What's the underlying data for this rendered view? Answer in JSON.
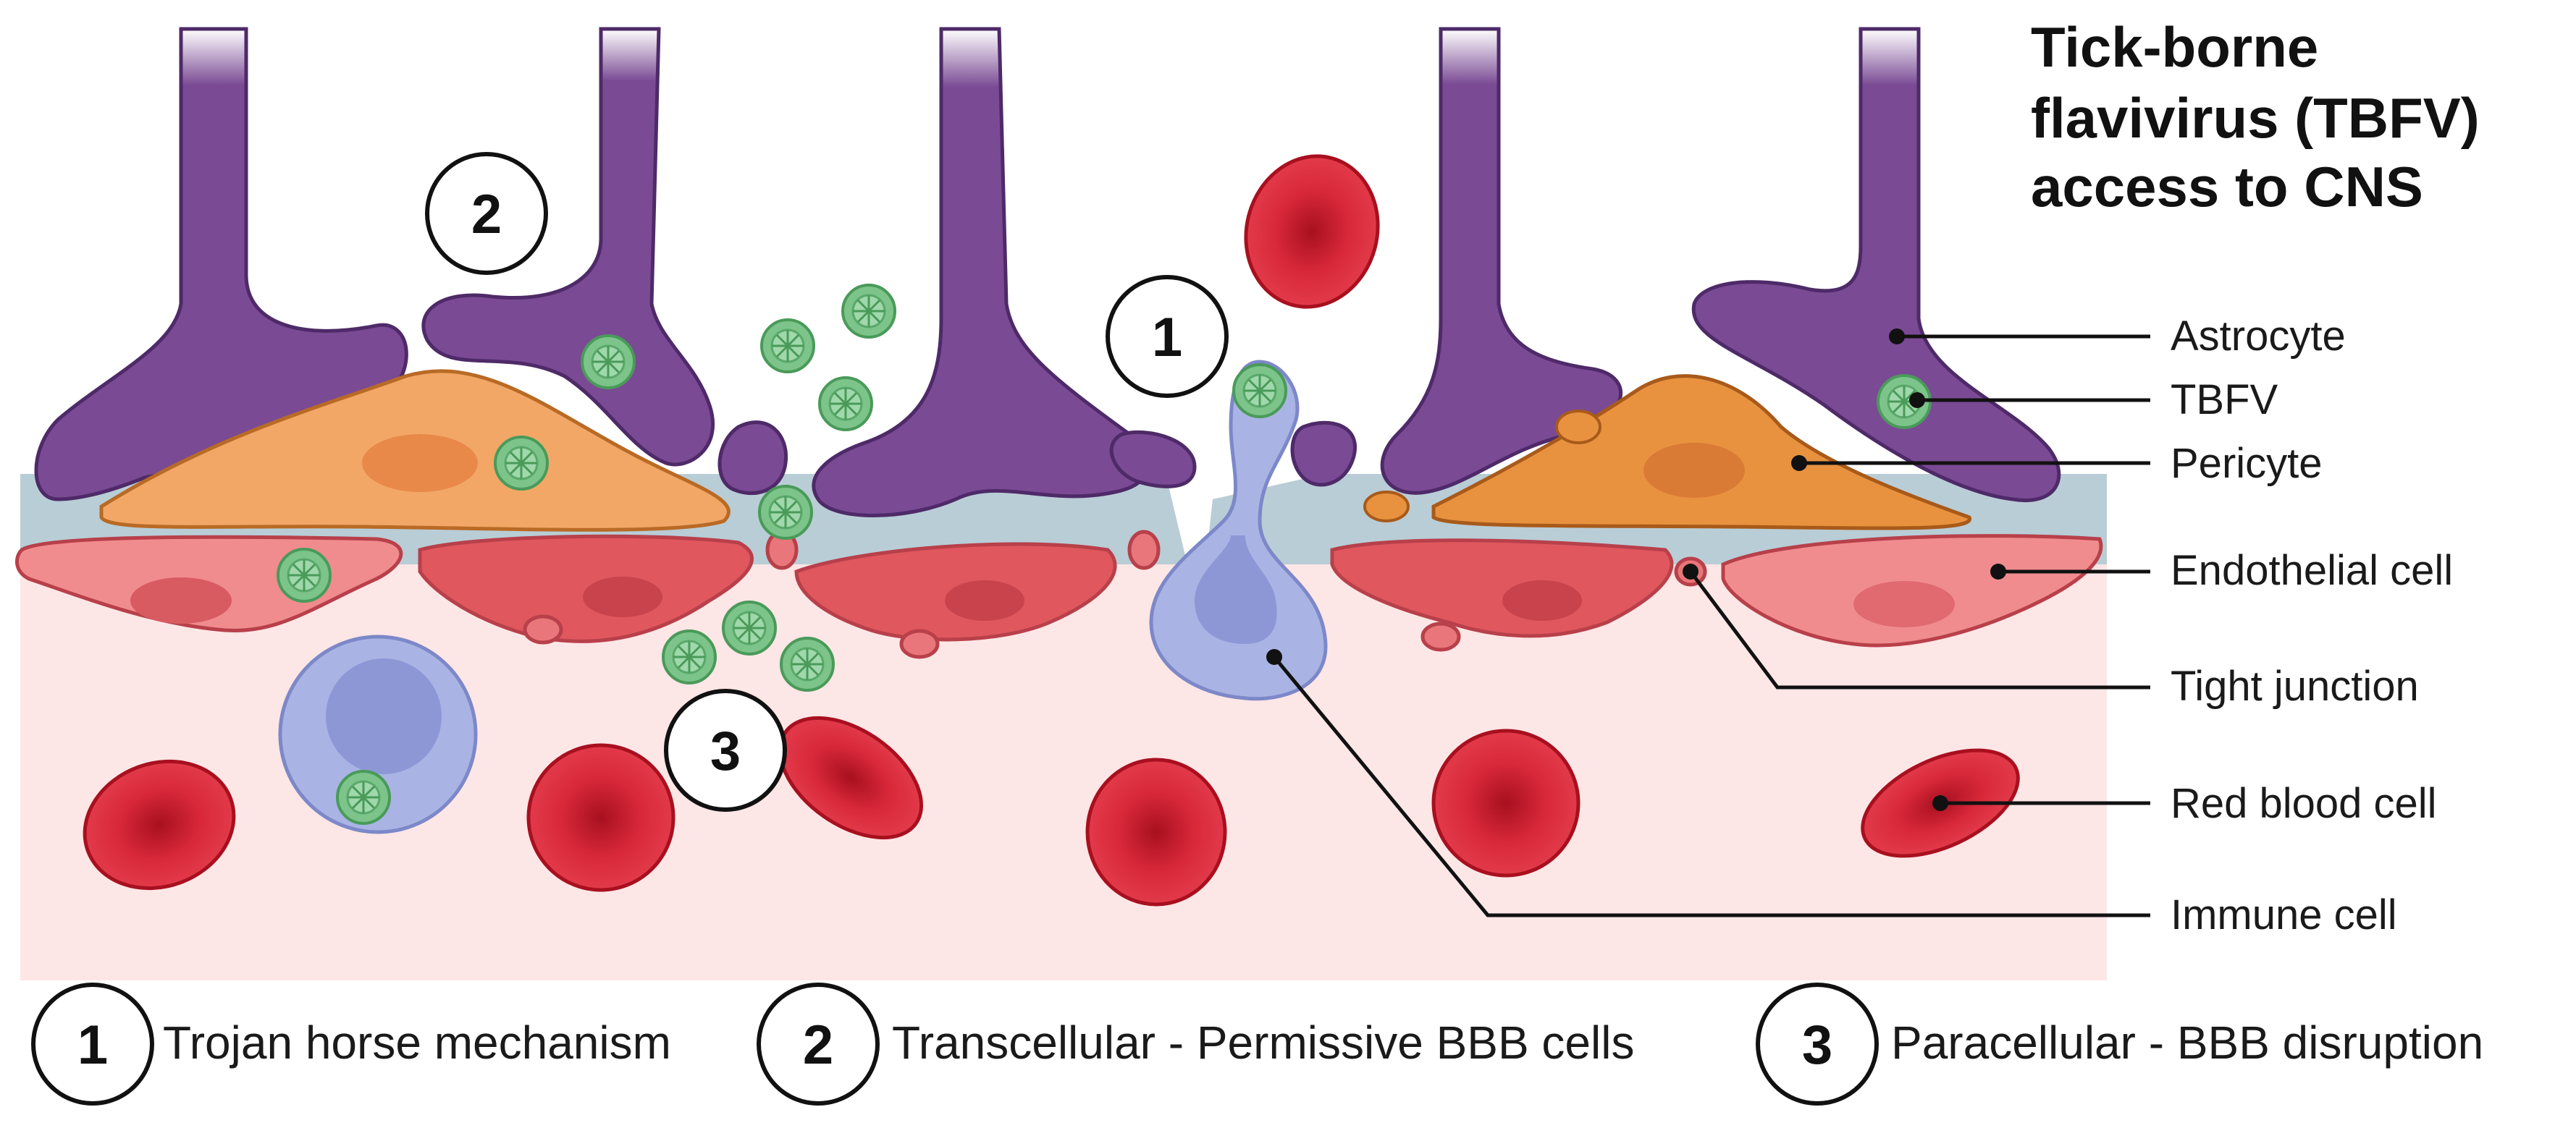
{
  "title": [
    "Tick-borne",
    "flavivirus (TBFV)",
    "access to CNS"
  ],
  "labels": {
    "astrocyte": "Astrocyte",
    "tbfv": "TBFV",
    "pericyte": "Pericyte",
    "endothelial": "Endothelial cell",
    "tight_junction": "Tight junction",
    "rbc": "Red blood cell",
    "immune": "Immune cell"
  },
  "markers": {
    "m1": "1",
    "m2": "2",
    "m3": "3"
  },
  "legend": [
    {
      "num": "1",
      "text": "Trojan horse mechanism"
    },
    {
      "num": "2",
      "text": "Transcellular - Permissive BBB cells"
    },
    {
      "num": "3",
      "text": "Paracellular - BBB disruption"
    }
  ],
  "colors": {
    "astrocyte": "#7a4a94",
    "basement_membrane": "#b9cdd6",
    "pericyte": "#f2a766",
    "endothelial": "#e8767a",
    "blood": "#fde6e6",
    "rbc": "#d8283a",
    "immune": "#a9b4e4",
    "virus": "#7cc48a"
  }
}
